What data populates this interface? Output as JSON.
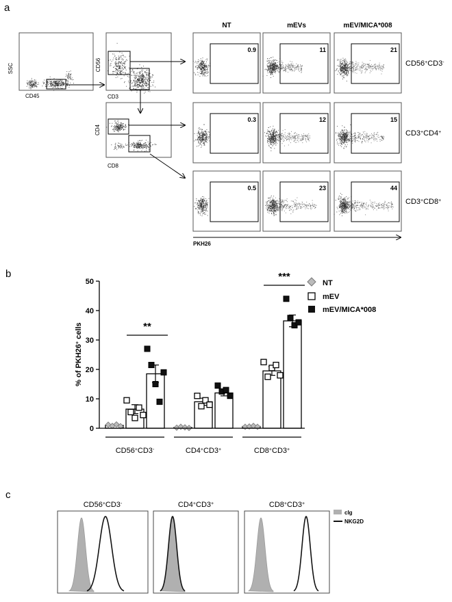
{
  "panel_a": {
    "letter": "a",
    "gate1": {
      "y_label": "SSC",
      "x_label": "CD45"
    },
    "gate2": {
      "y_label": "CD56",
      "x_label": "CD3"
    },
    "gate3": {
      "y_label": "CD4",
      "x_label": "CD8"
    },
    "col_headers": [
      "NT",
      "mEVs",
      "mEV/MICA*008"
    ],
    "rows": [
      {
        "label_parts": [
          [
            "CD56",
            ""
          ],
          [
            "+",
            "sup"
          ],
          [
            "CD3",
            ""
          ],
          [
            "-",
            "sup"
          ]
        ],
        "values": [
          "0.9",
          "11",
          "21"
        ]
      },
      {
        "label_parts": [
          [
            "CD3",
            ""
          ],
          [
            "+",
            "sup"
          ],
          [
            "CD4",
            ""
          ],
          [
            "+",
            "sup"
          ]
        ],
        "values": [
          "0.3",
          "12",
          "15"
        ]
      },
      {
        "label_parts": [
          [
            "CD3",
            ""
          ],
          [
            "+",
            "sup"
          ],
          [
            "CD8",
            ""
          ],
          [
            "+",
            "sup"
          ]
        ],
        "values": [
          "0.5",
          "23",
          "44"
        ]
      }
    ],
    "x_axis_label": "PKH26"
  },
  "panel_b": {
    "letter": "b",
    "significance": [
      "**",
      "***"
    ]
  },
  "panel_c": {
    "letter": "c",
    "titles": [
      [
        [
          "CD56",
          ""
        ],
        [
          "+",
          "sup"
        ],
        [
          "CD3",
          ""
        ],
        [
          "-",
          "sup"
        ]
      ],
      [
        [
          "CD4",
          ""
        ],
        [
          "+",
          "sup"
        ],
        [
          "CD3",
          ""
        ],
        [
          "+",
          "sup"
        ]
      ],
      [
        [
          "CD8",
          ""
        ],
        [
          "+",
          "sup"
        ],
        [
          "CD3",
          ""
        ],
        [
          "+",
          "sup"
        ]
      ]
    ],
    "legend": [
      {
        "label": "cIg",
        "color": "#b0b0b0"
      },
      {
        "label": "NKG2D",
        "color": "#111111"
      }
    ]
  },
  "chart_data": [
    {
      "type": "bar",
      "ylabel": "% of PKH26+ cells",
      "ylim": [
        0,
        50
      ],
      "yticks": [
        0,
        10,
        20,
        30,
        40,
        50
      ],
      "legend_position": "top-right",
      "categories": [
        "CD56+CD3-",
        "CD4+CD3+",
        "CD8+CD3+"
      ],
      "category_label_parts": [
        [
          [
            "CD56",
            ""
          ],
          [
            "+",
            "sup"
          ],
          [
            "CD3",
            ""
          ],
          [
            "-",
            "sup"
          ]
        ],
        [
          [
            "CD4",
            ""
          ],
          [
            "+",
            "sup"
          ],
          [
            "CD3",
            ""
          ],
          [
            "+",
            "sup"
          ]
        ],
        [
          [
            "CD8",
            ""
          ],
          [
            "+",
            "sup"
          ],
          [
            "CD3",
            ""
          ],
          [
            "+",
            "sup"
          ]
        ]
      ],
      "series": [
        {
          "name": "NT",
          "marker": "diamond",
          "values": [
            1.0,
            0.3,
            0.6
          ],
          "sem": [
            0.2,
            0.1,
            0.1
          ],
          "points": [
            [
              1.2,
              0.8,
              1.3,
              0.7
            ],
            [
              0.2,
              0.5,
              0.3,
              0.1
            ],
            [
              0.5,
              0.6,
              0.8,
              0.5
            ]
          ]
        },
        {
          "name": "mEV",
          "marker": "open-square",
          "values": [
            6.5,
            9.0,
            19.5
          ],
          "sem": [
            1.5,
            1.2,
            1.5
          ],
          "points": [
            [
              9.5,
              5.5,
              3.5,
              7.0,
              4.5
            ],
            [
              11.0,
              7.5,
              9.5,
              8.0
            ],
            [
              22.5,
              17.5,
              20.5,
              21.5,
              18.0
            ]
          ]
        },
        {
          "name": "mEV/MICA*008",
          "marker": "filled-square",
          "values": [
            18.5,
            12.0,
            36.5
          ],
          "sem": [
            3.0,
            1.0,
            2.0
          ],
          "points": [
            [
              27.0,
              21.5,
              15.0,
              9.0,
              19.0
            ],
            [
              14.5,
              12.5,
              13.0,
              11.0
            ],
            [
              44.0,
              37.5,
              35.0,
              36.0
            ]
          ]
        }
      ]
    }
  ]
}
